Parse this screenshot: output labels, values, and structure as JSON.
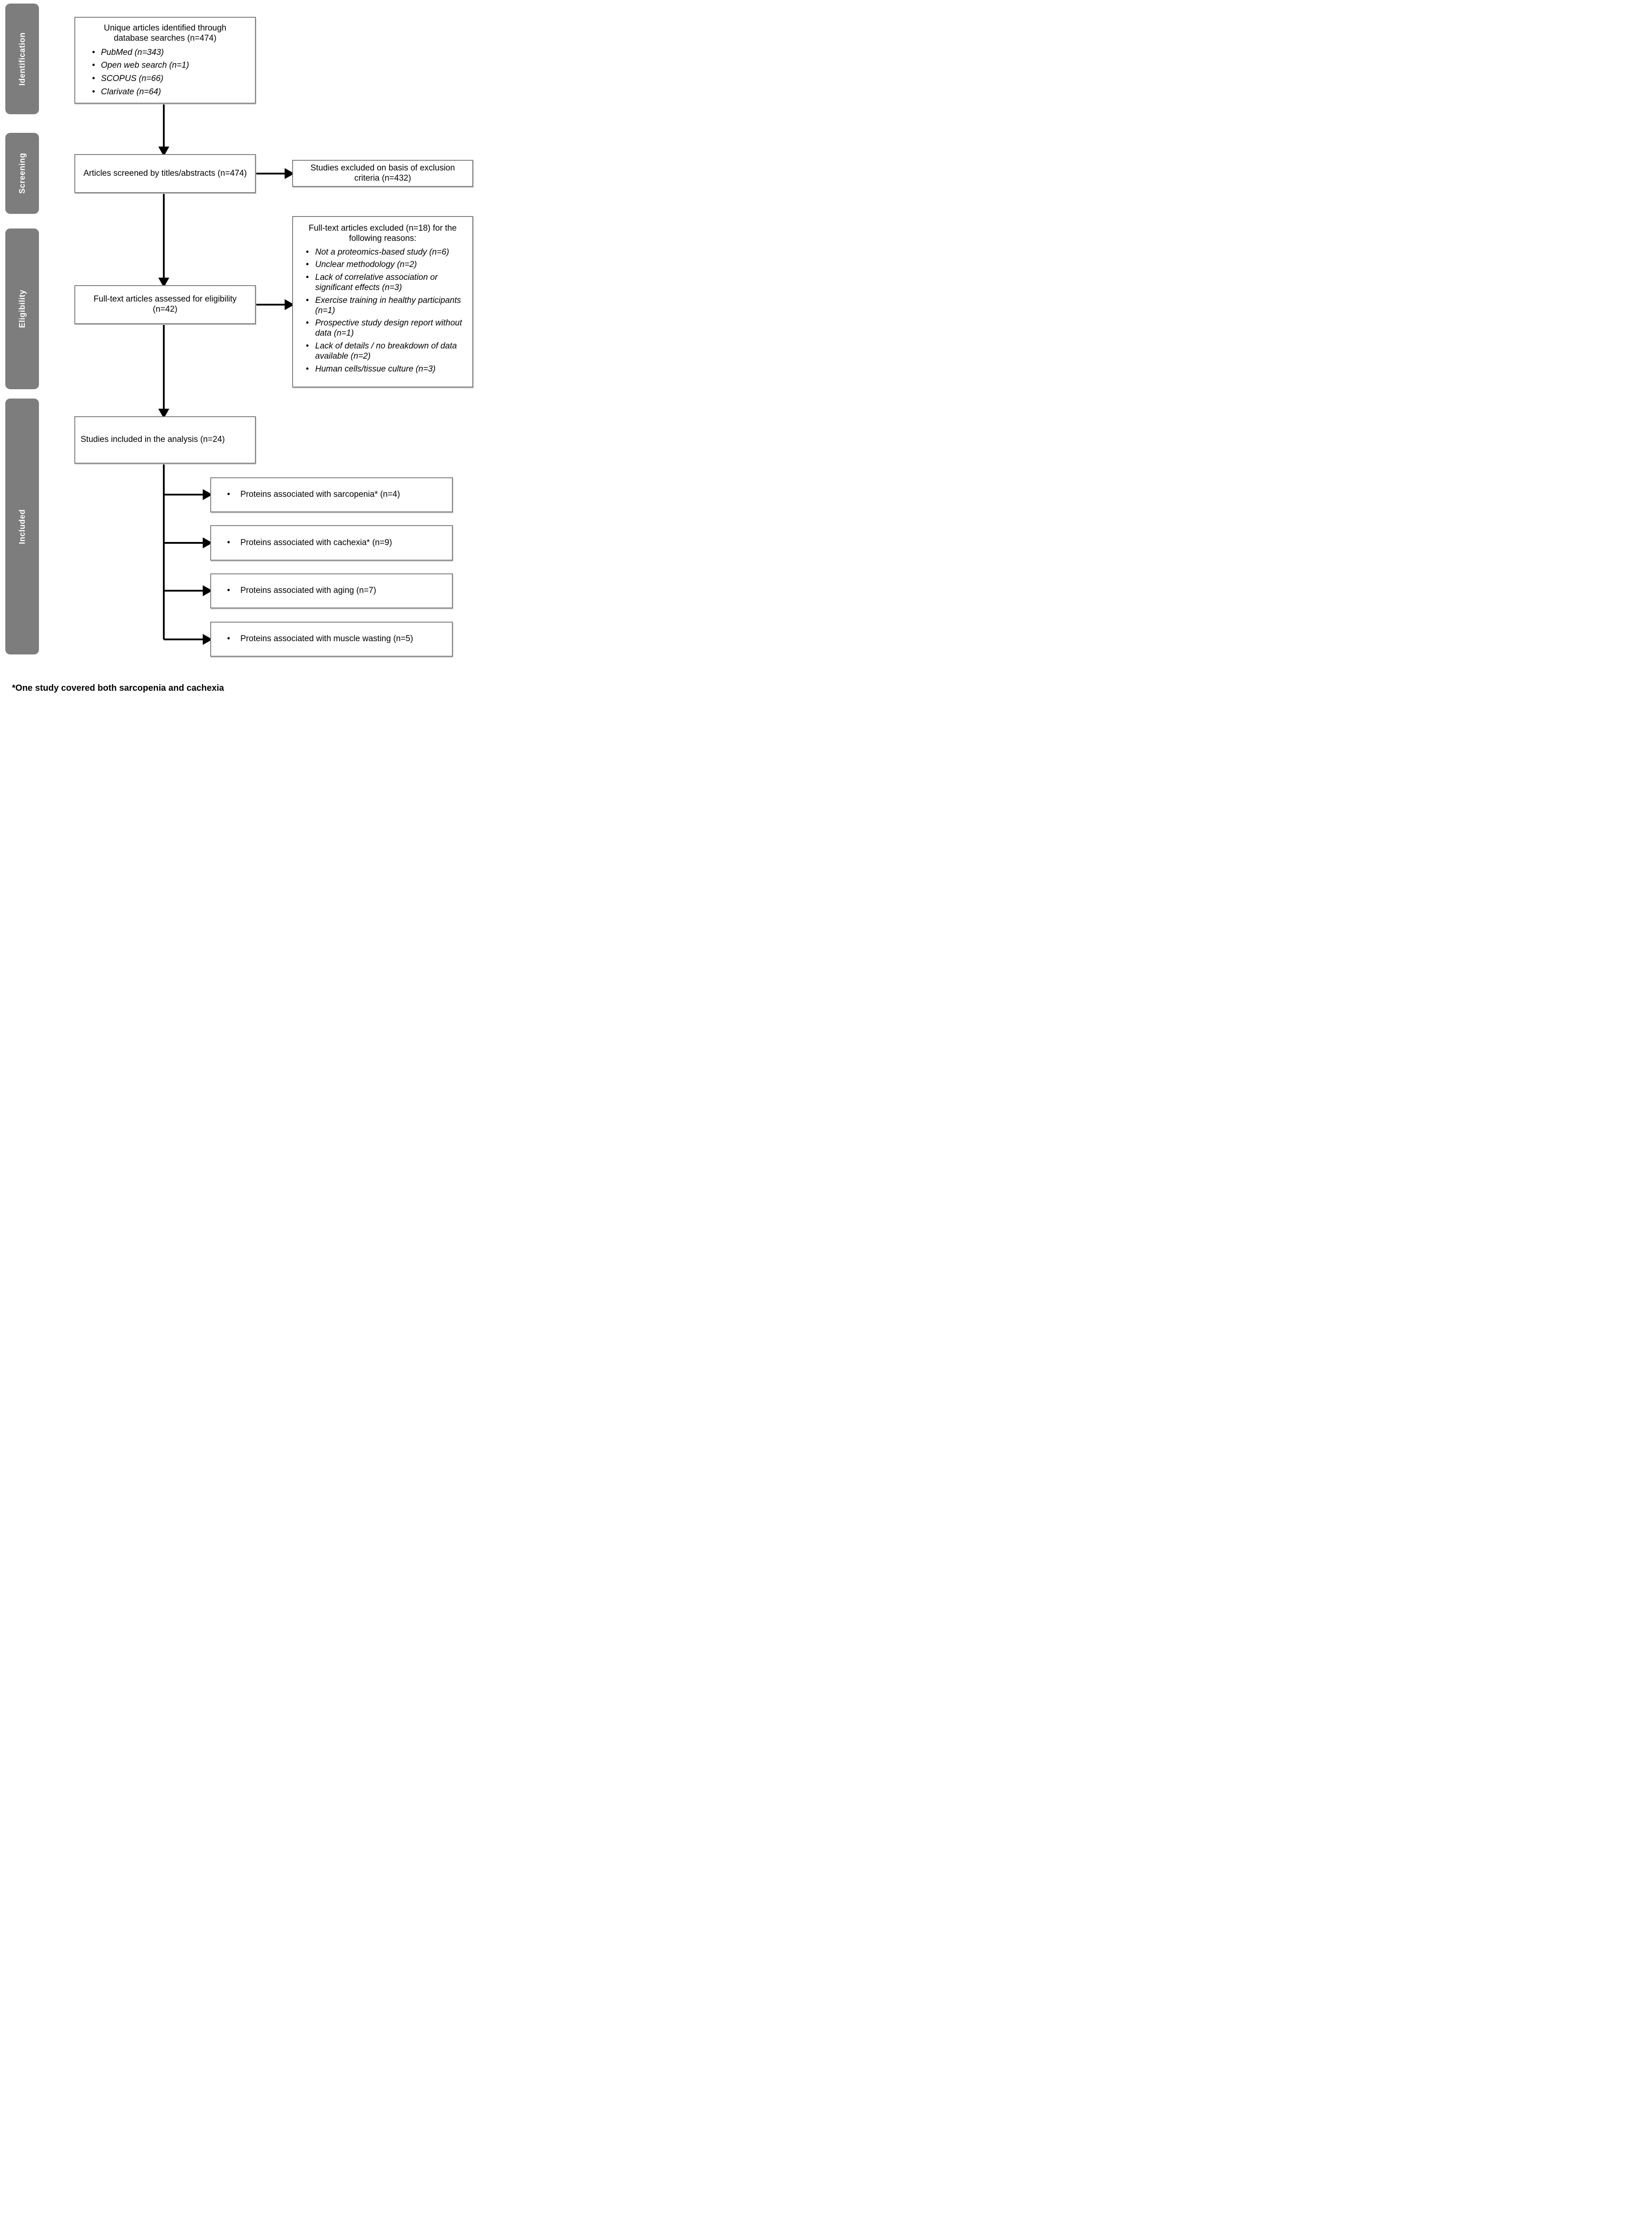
{
  "diagram_type": "PRISMA flow diagram",
  "colors": {
    "stage_fill": "#7d7d7d",
    "stage_text": "#ffffff",
    "box_border": "#7e7e7e",
    "arrow": "#000000",
    "text": "#000000",
    "background": "#ffffff"
  },
  "sidebar": {
    "stages": [
      {
        "label": "Identification"
      },
      {
        "label": "Screening"
      },
      {
        "label": "Eligibility"
      },
      {
        "label": "Included"
      }
    ]
  },
  "boxes": {
    "identification": {
      "title": "Unique articles identified through database searches (n=474)",
      "bullets": [
        "PubMed (n=343)",
        "Open web search (n=1)",
        "SCOPUS (n=66)",
        "Clarivate (n=64)"
      ]
    },
    "screening": {
      "text": "Articles screened by titles/abstracts (n=474)"
    },
    "screening_excluded": {
      "text": "Studies excluded on basis of exclusion criteria (n=432)"
    },
    "eligibility": {
      "text": "Full-text articles assessed for eligibility (n=42)"
    },
    "fulltext_excluded": {
      "title": "Full-text articles excluded (n=18) for the following reasons:",
      "bullets": [
        "Not a proteomics-based study (n=6)",
        "Unclear methodology (n=2)",
        "Lack of correlative association or significant effects (n=3)",
        "Exercise training in healthy participants (n=1)",
        "Prospective study design report without data (n=1)",
        "Lack of details / no breakdown of data available (n=2)",
        "Human cells/tissue culture (n=3)"
      ]
    },
    "included": {
      "text": "Studies included in the analysis (n=24)"
    },
    "outcomes": [
      {
        "text": "Proteins associated with sarcopenia* (n=4)"
      },
      {
        "text": "Proteins associated with cachexia* (n=9)"
      },
      {
        "text": "Proteins associated with aging (n=7)"
      },
      {
        "text": "Proteins associated with muscle wasting (n=5)"
      }
    ]
  },
  "footnote": {
    "text": "*One study covered both sarcopenia and cachexia"
  }
}
